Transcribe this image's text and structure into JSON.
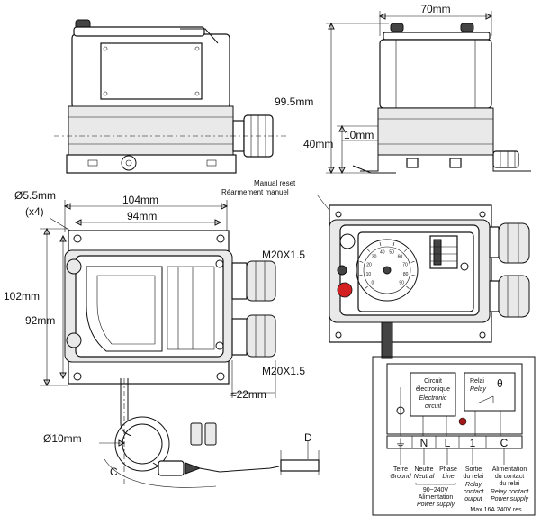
{
  "dimensions": {
    "width_top_right": "70mm",
    "height_right": "99.5mm",
    "height_40": "40mm",
    "slot_10": "10mm",
    "hole_dia": "Ø5.5mm",
    "hole_count": "(x4)",
    "width_outer": "104mm",
    "width_inner": "94mm",
    "height_outer": "102mm",
    "height_inner": "92mm",
    "gland_top": "M20X1.5",
    "gland_bottom": "M20X1.5",
    "gland_depth": "≈22mm",
    "sensor_dia": "Ø10mm",
    "label_c": "C",
    "label_d": "D"
  },
  "reset_labels": {
    "en": "Manual reset",
    "fr": "Réarmement manuel"
  },
  "wiring": {
    "circuit_fr": "Circuit",
    "circuit_fr2": "électronique",
    "circuit_en": "Electronic",
    "circuit_en2": "circuit",
    "relay_fr": "Relai",
    "relay_en": "Relay",
    "theta": "θ",
    "terminals": [
      "⏚",
      "N",
      "L",
      "1",
      "C"
    ],
    "earth_fr": "Terre",
    "earth_en": "Ground",
    "neutral_fr": "Neutre",
    "neutral_en": "Neutral",
    "phase_fr": "Phase",
    "phase_en": "Line",
    "out_fr1": "Sortie",
    "out_fr2": "du relai",
    "out_en1": "Relay",
    "out_en2": "contact",
    "out_en3": "output",
    "supply_fr1": "Alimentation",
    "supply_fr2": "du contact",
    "supply_fr3": "du relai",
    "supply_en1": "Relay contact",
    "supply_en2": "Power supply",
    "voltage": "90~240V",
    "alim_fr": "Alimentation",
    "alim_en": "Power supply",
    "max": "Max 16A 240V res."
  },
  "dial": {
    "scale": [
      "0",
      "10",
      "20",
      "30",
      "40",
      "50",
      "60",
      "70",
      "80",
      "90"
    ]
  },
  "colors": {
    "reset_button": "#d42020",
    "indicator": "#a01818"
  }
}
